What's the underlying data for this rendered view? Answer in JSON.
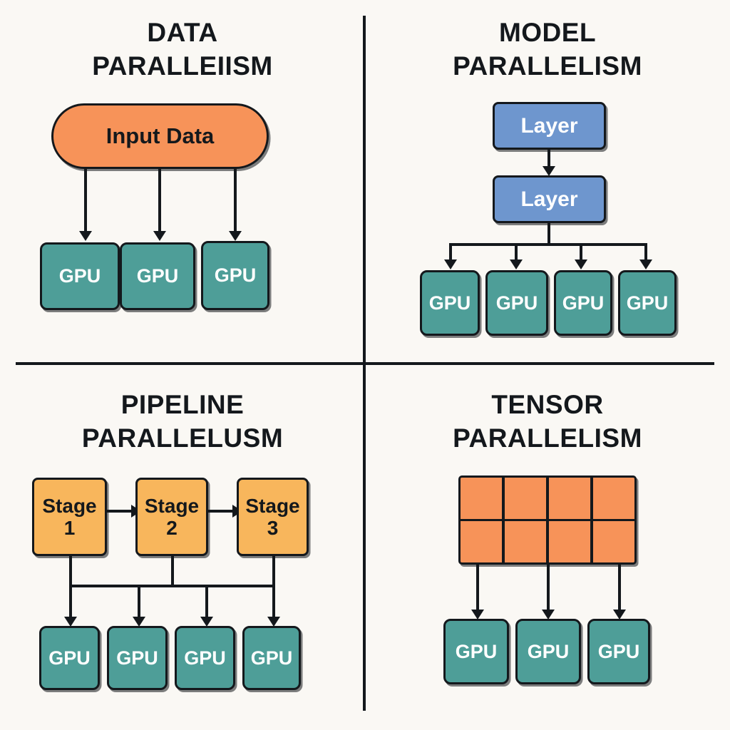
{
  "figure": {
    "background_color": "#FAF8F4",
    "line_color": "#14181c",
    "palette": {
      "orange": "#F79359",
      "teal": "#4E9E98",
      "blue": "#6E96CE",
      "amber": "#F8B65C"
    }
  },
  "quadrants": {
    "data_parallelism": {
      "title": "DATA\nPARALLEIISM",
      "source_label": "Input Data",
      "gpus": [
        "GPU",
        "GPU",
        "GPU"
      ],
      "gpu_count": 3
    },
    "model_parallelism": {
      "title": "MODEL\nPARALLELISM",
      "layers": [
        "Layer",
        "Layer"
      ],
      "gpus": [
        "GPU",
        "GPU",
        "GPU",
        "GPU"
      ],
      "gpu_count": 4
    },
    "pipeline_parallelism": {
      "title": "PIPELINE\nPARALLELUSM",
      "stages": [
        "Stage\n1",
        "Stage\n2",
        "Stage\n3"
      ],
      "gpus": [
        "GPU",
        "GPU",
        "GPU",
        "GPU"
      ],
      "gpu_count": 4
    },
    "tensor_parallelism": {
      "title": "TENSOR\nPARALLELISM",
      "grid": {
        "columns": 4,
        "rows": 2,
        "cells": 8
      },
      "gpus": [
        "GPU",
        "GPU",
        "GPU"
      ],
      "gpu_count": 3
    }
  }
}
